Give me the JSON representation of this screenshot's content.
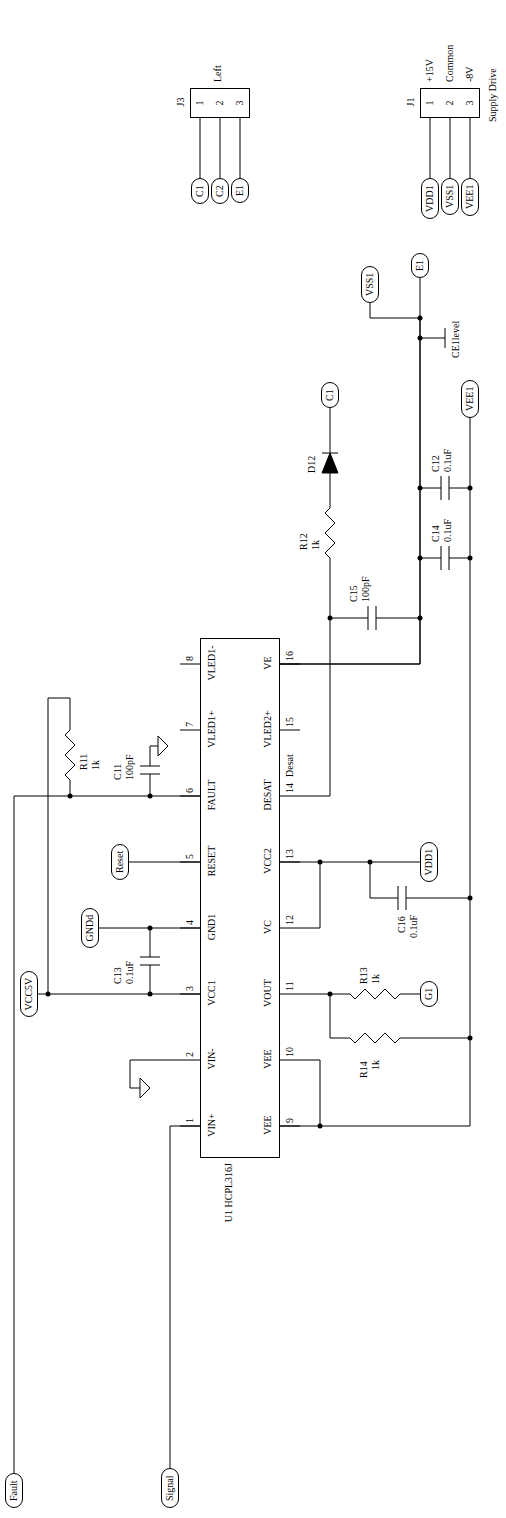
{
  "diagram": {
    "nodes": [
      {
        "text": [
          "U1 HCPL316J",
          "VIN+",
          "VIN-",
          "VCC1",
          "GND1",
          "RESET",
          "FAULT",
          "VLED1+",
          "VLED1-",
          "VEE",
          "VEE",
          "VOUT",
          "VC",
          "VCC2",
          "DESAT",
          "VLED2+",
          "VE"
        ]
      },
      {
        "text": [
          "Signal"
        ]
      },
      {
        "text": [
          "Fault"
        ]
      },
      {
        "text": [
          "VCC5V"
        ]
      },
      {
        "text": [
          "GNDd"
        ]
      },
      {
        "text": [
          "Reset"
        ]
      },
      {
        "text": [
          "G1"
        ]
      },
      {
        "text": [
          "VDD1"
        ]
      },
      {
        "text": [
          "VEE1"
        ]
      },
      {
        "text": [
          "C1"
        ]
      },
      {
        "text": [
          "E1"
        ]
      },
      {
        "text": [
          "VSS1"
        ]
      },
      {
        "text": [
          "J3",
          "1",
          "2",
          "3"
        ]
      },
      {
        "text": [
          "C1"
        ]
      },
      {
        "text": [
          "C2"
        ]
      },
      {
        "text": [
          "E1"
        ]
      },
      {
        "text": [
          "J1",
          "1",
          "2",
          "3"
        ]
      },
      {
        "text": [
          "VDD1"
        ]
      },
      {
        "text": [
          "VSS1"
        ]
      },
      {
        "text": [
          "VEE1"
        ]
      }
    ],
    "edges": [
      {
        "from": 1,
        "to": 0,
        "arrow": "none"
      },
      {
        "from": 2,
        "to": 0,
        "arrow": "none"
      },
      {
        "from": 3,
        "to": 0,
        "arrow": "none"
      },
      {
        "from": 4,
        "to": 0,
        "arrow": "none"
      },
      {
        "from": 5,
        "to": 0,
        "arrow": "none"
      },
      {
        "from": 7,
        "to": 0,
        "arrow": "none"
      },
      {
        "from": 8,
        "to": 0,
        "arrow": "none"
      },
      {
        "from": 10,
        "to": 0,
        "arrow": "none"
      },
      {
        "from": 11,
        "to": 0,
        "arrow": "none"
      },
      {
        "from": 12,
        "to": 13,
        "arrow": "none"
      },
      {
        "from": 12,
        "to": 14,
        "arrow": "none"
      },
      {
        "from": 12,
        "to": 15,
        "arrow": "none"
      },
      {
        "from": 16,
        "to": 17,
        "arrow": "none"
      },
      {
        "from": 16,
        "to": 18,
        "arrow": "none"
      },
      {
        "from": 16,
        "to": 19,
        "arrow": "none"
      }
    ],
    "labels": [
      "1",
      "2",
      "3",
      "4",
      "5",
      "6",
      "7",
      "8",
      "9",
      "10",
      "11",
      "12",
      "13",
      "14",
      "15",
      "16",
      "Desat",
      "C13",
      "0.1uF",
      "R11",
      "1k",
      "C11",
      "100pF",
      "R14",
      "1k",
      "R13",
      "1k",
      "C16",
      "0.1uF",
      "R12",
      "1k",
      "D12",
      "C15",
      "100pF",
      "C14",
      "0.1uF",
      "C12",
      "0.1uF",
      "CE1level",
      "Left",
      "+15V",
      "Common",
      "-8V",
      "Supply Drive"
    ]
  }
}
